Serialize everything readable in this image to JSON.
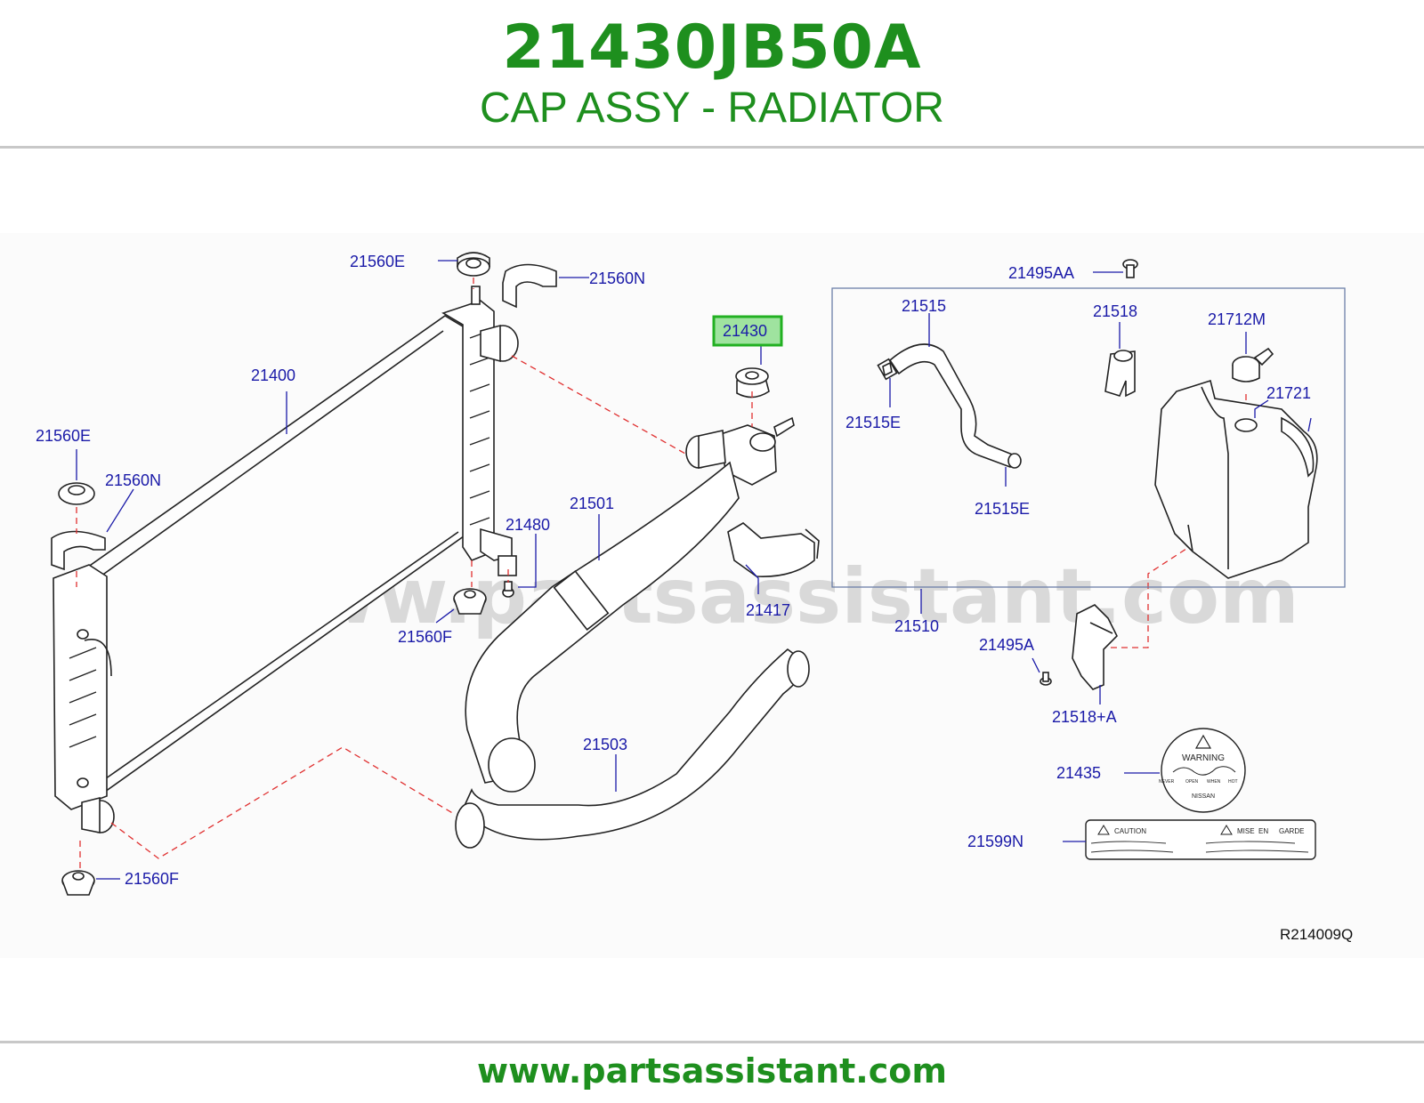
{
  "header": {
    "part_number": "21430JB50A",
    "part_name": "CAP ASSY - RADIATOR"
  },
  "diagram": {
    "watermark": "www.partsassistant.com",
    "highlighted_callout": "21430",
    "callouts": {
      "c21560E_top": "21560E",
      "c21560N_top": "21560N",
      "c21400": "21400",
      "c21560E_left": "21560E",
      "c21560N_left": "21560N",
      "c21480": "21480",
      "c21560F_mid": "21560F",
      "c21501": "21501",
      "c21417": "21417",
      "c21503": "21503",
      "c21560F_bottom": "21560F",
      "c21495AA": "21495AA",
      "c21515": "21515",
      "c21518": "21518",
      "c21712M": "21712M",
      "c21721": "21721",
      "c21515E_upper": "21515E",
      "c21515E_lower": "21515E",
      "c21510": "21510",
      "c21495A": "21495A",
      "c21518A": "21518+A",
      "c21435": "21435",
      "c21599N": "21599N"
    },
    "reference_code": "R214009Q",
    "warning_label": {
      "title": "WARNING",
      "brand": "NISSAN",
      "words": [
        "NEVER",
        "OPEN",
        "WHEN",
        "HOT"
      ]
    },
    "caution_label": {
      "left_title": "CAUTION",
      "right_words": [
        "MISE",
        "EN",
        "GARDE"
      ]
    }
  },
  "footer": {
    "url": "www.partsassistant.com"
  },
  "colors": {
    "brand_green": "#1e8f1e",
    "callout_blue": "#1a1aa8",
    "highlight_fill": "#9fe39f",
    "highlight_border": "#22b022",
    "dash_red": "#e03030"
  }
}
